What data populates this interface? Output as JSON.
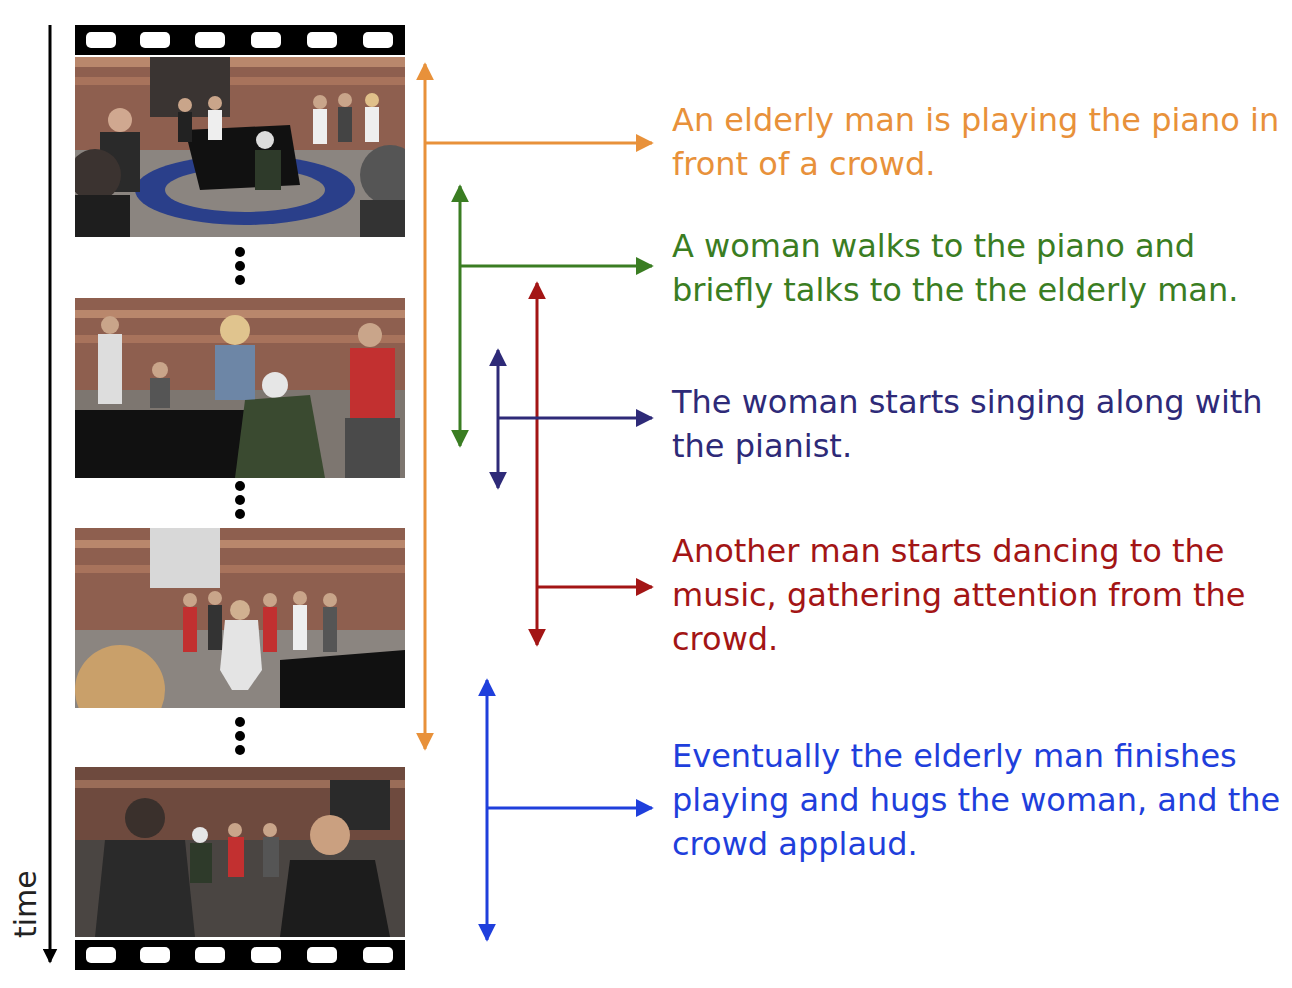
{
  "diagram": {
    "labels": [
      "An elderly man is playing the piano in front of a crowd.",
      "A woman walks to the piano and briefly talks to the the elderly man.",
      "The woman starts singing along with the pianist.",
      "Another man starts dancing to the music, gathering attention from the crowd.",
      "Eventually the elderly man finishes playing and hugs the woman, and the crowd applaud.",
      "time"
    ]
  }
}
